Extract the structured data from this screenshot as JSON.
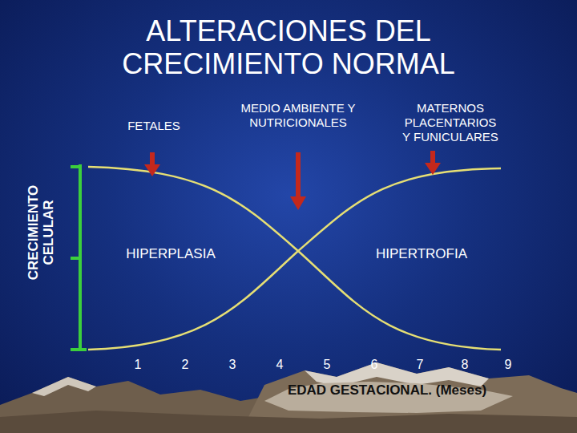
{
  "diagram": {
    "title": "ALTERACIONES DEL CRECIMIENTO NORMAL",
    "labels": [
      "FETALES",
      "MEDIO AMBIENTE Y NUTRICIONALES",
      "MATERNOS PLACENTARIOS Y FUNICULARES",
      "CRECIMIENTO CELULAR",
      "HIPERPLASIA",
      "HIPERTROFIA",
      "1",
      "2",
      "3",
      "4",
      "5",
      "6",
      "7",
      "8",
      "9",
      "EDAD GESTACIONAL. (Meses)"
    ]
  }
}
